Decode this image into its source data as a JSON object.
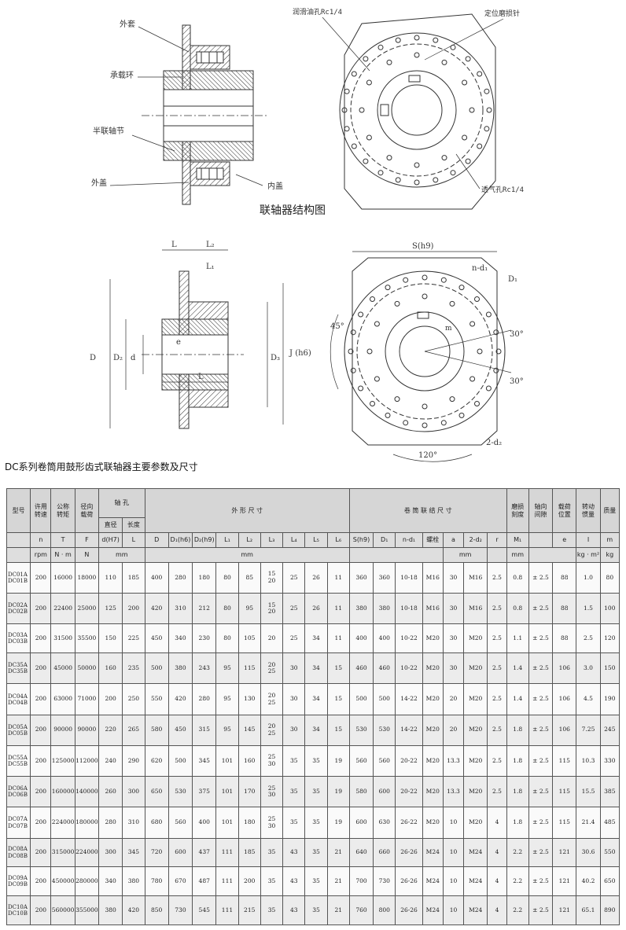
{
  "drawings": {
    "structure": {
      "labels": {
        "outer_sleeve": "外套",
        "bearing_ring": "承载环",
        "half_coupling": "半联轴节",
        "outer_cover": "外盖",
        "inner_cover": "内盖",
        "oil_hole": "润滑油孔Rc1/4",
        "indicator": "定位磨损针",
        "vent_hole": "透气孔Rc1/4"
      },
      "title": "联轴器结构图"
    },
    "dimensions": {
      "labels": {
        "L": "L",
        "L1": "L₁",
        "L2": "L₂",
        "D": "D",
        "D2": "D₂",
        "d": "d",
        "D3": "D₃",
        "e": "e",
        "L_inner": "L",
        "S": "S(h9)",
        "J": "J (h6)",
        "n_d1": "n-d₁",
        "D1": "D₁",
        "deg45": "45°",
        "deg30a": "30°",
        "deg30b": "30°",
        "d2": "2-d₂",
        "deg120": "120°",
        "m": "m"
      }
    }
  },
  "caption": "DC系列卷筒用鼓形齿式联轴器主要参数及尺寸",
  "table": {
    "head1": {
      "model": "型号",
      "speed": [
        "许用",
        "转速"
      ],
      "torque": [
        "公称",
        "转矩"
      ],
      "radial": [
        "径向",
        "载荷"
      ],
      "bore": "轴  孔",
      "shape": "外  形  尺  寸",
      "drum": "卷  筒  联  结  尺  寸",
      "wear": [
        "磨损",
        "刻度"
      ],
      "axial": [
        "轴向",
        "间隙"
      ],
      "load_pos": [
        "载荷",
        "位置"
      ],
      "inertia": [
        "转动",
        "惯量"
      ],
      "mass": "质量"
    },
    "head2": {
      "bore_d": "直径",
      "bore_L": "长度"
    },
    "symbols": [
      "n",
      "T",
      "F",
      "d(H7)",
      "L",
      "D",
      "D₁(h6)",
      "D₂(h9)",
      "L₁",
      "L₂",
      "L₃",
      "L₄",
      "L₅",
      "L₆",
      "S(h9)",
      "D₁",
      "n-d₁",
      "螺栓",
      "a",
      "2-d₂",
      "r",
      "M₁",
      "",
      "e",
      "I",
      "m"
    ],
    "units": {
      "n": "rpm",
      "T": "N · m",
      "F": "N",
      "mm1": "mm",
      "mm2": "mm",
      "mm3": "mm",
      "mm4": "mm",
      "inertia": "kg · m²",
      "mass": "kg"
    },
    "rows": [
      {
        "model": [
          "DC01A",
          "DC01B"
        ],
        "vals": [
          "200",
          "16000",
          "18000",
          "110",
          "185",
          "400",
          "280",
          "180",
          "80",
          "85"
        ],
        "L3": [
          "15",
          "20"
        ],
        "rest": [
          "25",
          "26",
          "11",
          "360",
          "360",
          "10-18",
          "M16",
          "30",
          "M16",
          "2.5",
          "0.8",
          "± 2.5",
          "88",
          "1.0",
          "80"
        ]
      },
      {
        "model": [
          "DC02A",
          "DC02B"
        ],
        "vals": [
          "200",
          "22400",
          "25000",
          "125",
          "200",
          "420",
          "310",
          "212",
          "80",
          "95"
        ],
        "L3": [
          "15",
          "20"
        ],
        "rest": [
          "25",
          "26",
          "11",
          "380",
          "380",
          "10-18",
          "M16",
          "30",
          "M16",
          "2.5",
          "0.8",
          "± 2.5",
          "88",
          "1.5",
          "100"
        ]
      },
      {
        "model": [
          "DC03A",
          "DC03B"
        ],
        "vals": [
          "200",
          "31500",
          "35500",
          "150",
          "225",
          "450",
          "340",
          "230",
          "80",
          "105"
        ],
        "L3": [
          "20"
        ],
        "rest": [
          "25",
          "34",
          "11",
          "400",
          "400",
          "10-22",
          "M20",
          "30",
          "M20",
          "2.5",
          "1.1",
          "± 2.5",
          "88",
          "2.5",
          "120"
        ]
      },
      {
        "model": [
          "DC35A",
          "DC35B"
        ],
        "vals": [
          "200",
          "45000",
          "50000",
          "160",
          "235",
          "500",
          "380",
          "243",
          "95",
          "115"
        ],
        "L3": [
          "20",
          "25"
        ],
        "rest": [
          "30",
          "34",
          "15",
          "460",
          "460",
          "10-22",
          "M20",
          "30",
          "M20",
          "2.5",
          "1.4",
          "± 2.5",
          "106",
          "3.0",
          "150"
        ]
      },
      {
        "model": [
          "DC04A",
          "DC04B"
        ],
        "vals": [
          "200",
          "63000",
          "71000",
          "200",
          "250",
          "550",
          "420",
          "280",
          "95",
          "130"
        ],
        "L3": [
          "20",
          "25"
        ],
        "rest": [
          "30",
          "34",
          "15",
          "500",
          "500",
          "14-22",
          "M20",
          "20",
          "M20",
          "2.5",
          "1.4",
          "± 2.5",
          "106",
          "4.5",
          "190"
        ]
      },
      {
        "model": [
          "DC05A",
          "DC05B"
        ],
        "vals": [
          "200",
          "90000",
          "90000",
          "220",
          "265",
          "580",
          "450",
          "315",
          "95",
          "145"
        ],
        "L3": [
          "20",
          "25"
        ],
        "rest": [
          "30",
          "34",
          "15",
          "530",
          "530",
          "14-22",
          "M20",
          "20",
          "M20",
          "2.5",
          "1.8",
          "± 2.5",
          "106",
          "7.25",
          "245"
        ]
      },
      {
        "model": [
          "DC55A",
          "DC55B"
        ],
        "vals": [
          "200",
          "125000",
          "112000",
          "240",
          "290",
          "620",
          "500",
          "345",
          "101",
          "160"
        ],
        "L3": [
          "25",
          "30"
        ],
        "rest": [
          "35",
          "35",
          "19",
          "560",
          "560",
          "20-22",
          "M20",
          "13.3",
          "M20",
          "2.5",
          "1.8",
          "± 2.5",
          "115",
          "10.3",
          "330"
        ]
      },
      {
        "model": [
          "DC06A",
          "DC06B"
        ],
        "vals": [
          "200",
          "160000",
          "140000",
          "260",
          "300",
          "650",
          "530",
          "375",
          "101",
          "170"
        ],
        "L3": [
          "25",
          "30"
        ],
        "rest": [
          "35",
          "35",
          "19",
          "580",
          "600",
          "20-22",
          "M20",
          "13.3",
          "M20",
          "2.5",
          "1.8",
          "± 2.5",
          "115",
          "15.5",
          "385"
        ]
      },
      {
        "model": [
          "DC07A",
          "DC07B"
        ],
        "vals": [
          "200",
          "224000",
          "180000",
          "280",
          "310",
          "680",
          "560",
          "400",
          "101",
          "180"
        ],
        "L3": [
          "25",
          "30"
        ],
        "rest": [
          "35",
          "35",
          "19",
          "600",
          "630",
          "26-22",
          "M20",
          "10",
          "M20",
          "4",
          "1.8",
          "± 2.5",
          "115",
          "21.4",
          "485"
        ]
      },
      {
        "model": [
          "DC08A",
          "DC08B"
        ],
        "vals": [
          "200",
          "315000",
          "224000",
          "300",
          "345",
          "720",
          "600",
          "437",
          "111",
          "185"
        ],
        "L3": [
          "35"
        ],
        "rest": [
          "43",
          "35",
          "21",
          "640",
          "660",
          "26-26",
          "M24",
          "10",
          "M24",
          "4",
          "2.2",
          "± 2.5",
          "121",
          "30.6",
          "550"
        ]
      },
      {
        "model": [
          "DC09A",
          "DC09B"
        ],
        "vals": [
          "200",
          "450000",
          "280000",
          "340",
          "380",
          "780",
          "670",
          "487",
          "111",
          "200"
        ],
        "L3": [
          "35"
        ],
        "rest": [
          "43",
          "35",
          "21",
          "700",
          "730",
          "26-26",
          "M24",
          "10",
          "M24",
          "4",
          "2.2",
          "± 2.5",
          "121",
          "40.2",
          "650"
        ]
      },
      {
        "model": [
          "DC10A",
          "DC10B"
        ],
        "vals": [
          "200",
          "560000",
          "355000",
          "380",
          "420",
          "850",
          "730",
          "545",
          "111",
          "215"
        ],
        "L3": [
          "35"
        ],
        "rest": [
          "43",
          "35",
          "21",
          "760",
          "800",
          "26-26",
          "M24",
          "10",
          "M24",
          "4",
          "2.2",
          "± 2.5",
          "121",
          "65.1",
          "890"
        ]
      }
    ]
  }
}
